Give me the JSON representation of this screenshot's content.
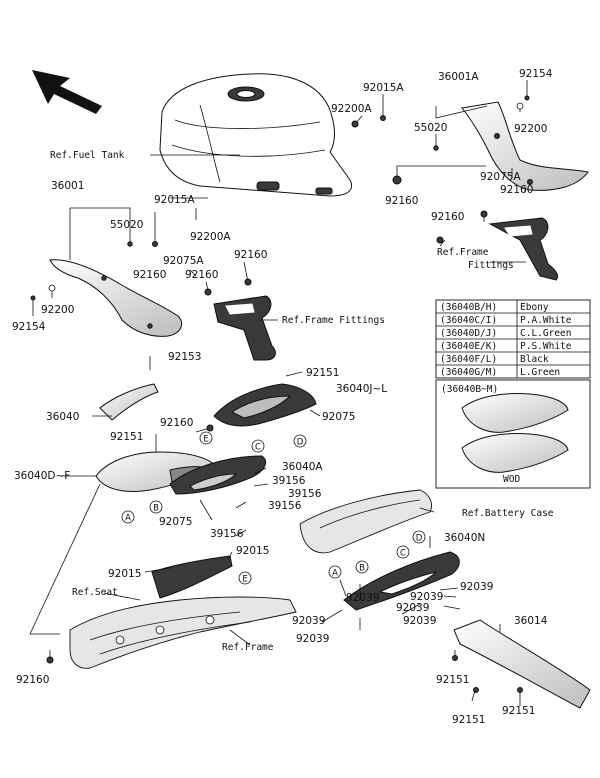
{
  "callouts": {
    "c92015A_top": "92015A",
    "c36001A": "36001A",
    "c92154_top": "92154",
    "c92200A_top": "92200A",
    "c55020_top": "55020",
    "c92200_top": "92200",
    "ref_fuel_tank": "Ref.Fuel Tank",
    "c92075A_right": "92075A",
    "c92160_r1": "92160",
    "c92160_r2": "92160",
    "c92160_r3": "92160",
    "ref_frame_fittings_right": "Ref.Frame\nFittings",
    "c36001": "36001",
    "c92015A_left": "92015A",
    "c55020_left": "55020",
    "c92200A_left": "92200A",
    "c92075A_left": "92075A",
    "c92160_l1": "92160",
    "c92160_l2": "92160",
    "c92160_l3": "92160",
    "c92200_left": "92200",
    "c92154_left": "92154",
    "ref_frame_fittings_mid": "Ref.Frame Fittings",
    "c92153": "92153",
    "c92151_a": "92151",
    "c36040JL": "36040J~L",
    "c36040": "36040",
    "c92160_m": "92160",
    "c92075_m": "92075",
    "c92151_b": "92151",
    "c36040DF": "36040D~F",
    "c36040A": "36040A",
    "c39156_a": "39156",
    "c39156_b": "39156",
    "c39156_c": "39156",
    "c39156_d": "39156",
    "c92075_b": "92075",
    "c92015_a": "92015",
    "c92015_b": "92015",
    "ref_seat": "Ref.Seat",
    "ref_frame": "Ref.Frame",
    "c92160_bottom": "92160",
    "ref_battery_case": "Ref.Battery Case",
    "c36040N": "36040N",
    "c92039_a": "92039",
    "c92039_b": "92039",
    "c92039_c": "92039",
    "c92039_d": "92039",
    "c92039_e": "92039",
    "c92039_f": "92039",
    "c92039_g": "92039",
    "c36014": "36014",
    "c92151_c": "92151",
    "c92151_d": "92151",
    "c92151_e": "92151"
  },
  "circle_letters": {
    "A1": "A",
    "B1": "B",
    "C1": "C",
    "D1": "D",
    "E1": "E",
    "A2": "A",
    "B2": "B",
    "C2": "C",
    "D2": "D",
    "E2": "E"
  },
  "color_table": [
    {
      "code": "(36040B/H)",
      "color": "Ebony"
    },
    {
      "code": "(36040C/I)",
      "color": "P.A.White"
    },
    {
      "code": "(36040D/J)",
      "color": "C.L.Green"
    },
    {
      "code": "(36040E/K)",
      "color": "P.S.White"
    },
    {
      "code": "(36040F/L)",
      "color": "Black"
    },
    {
      "code": "(36040G/M)",
      "color": "L.Green"
    }
  ],
  "inset": {
    "title": "(36040B~M)",
    "caption": "WOD"
  },
  "icon": "direction-arrow-icon"
}
